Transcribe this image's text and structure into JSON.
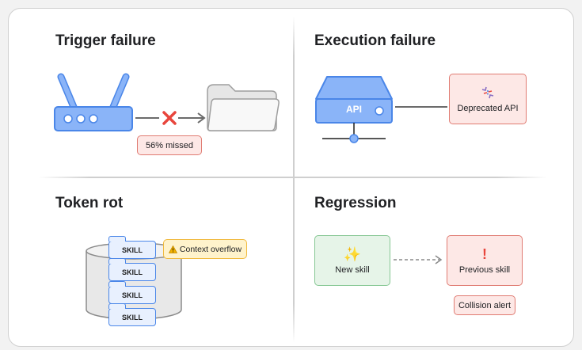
{
  "quadrants": {
    "trigger": {
      "title": "Trigger failure",
      "missed_label": "56% missed"
    },
    "execution": {
      "title": "Execution failure",
      "server_label": "API",
      "deprecated_label": "Deprecated API"
    },
    "token": {
      "title": "Token rot",
      "chips": [
        "SKILL",
        "SKILL",
        "SKILL",
        "SKILL"
      ],
      "overflow_label": "Context overflow"
    },
    "regression": {
      "title": "Regression",
      "new_label": "New skill",
      "previous_label": "Previous skill",
      "collision_label": "Collision alert"
    }
  },
  "colors": {
    "blue_fill": "#8ab4f8",
    "blue_stroke": "#4a86e8",
    "red_fill": "#fde8e6",
    "red_stroke": "#e07b72",
    "green_fill": "#e6f4e8",
    "yellow_fill": "#fff3cc",
    "x_red": "#e8453c"
  },
  "icons": {
    "router": "router-icon",
    "failure": "x-mark-icon",
    "folder": "folder-icon",
    "server": "api-server-icon",
    "broken_link": "broken-link-icon",
    "database": "database-icon",
    "warning": "warning-icon",
    "sparkle": "sparkle-icon",
    "alert": "exclamation-icon"
  }
}
